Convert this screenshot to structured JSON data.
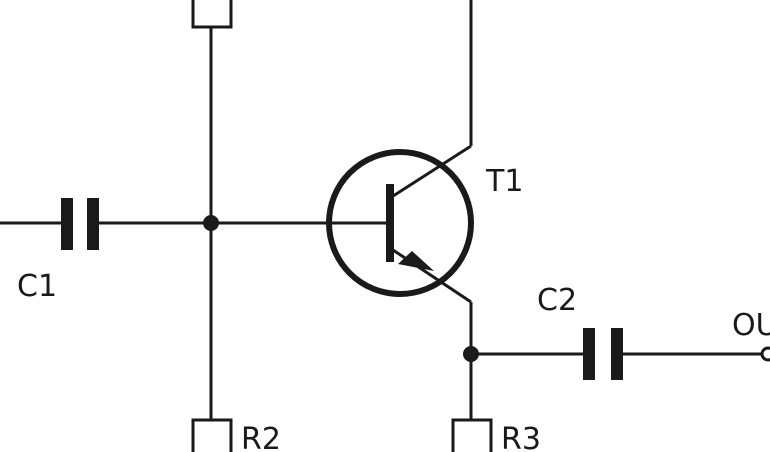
{
  "labels": {
    "c1": "C1",
    "c2": "C2",
    "t1": "T1",
    "r2": "R2",
    "r3": "R3",
    "out": "OUT"
  },
  "colors": {
    "ink": "#1a1a1a",
    "background": "#ffffff"
  }
}
